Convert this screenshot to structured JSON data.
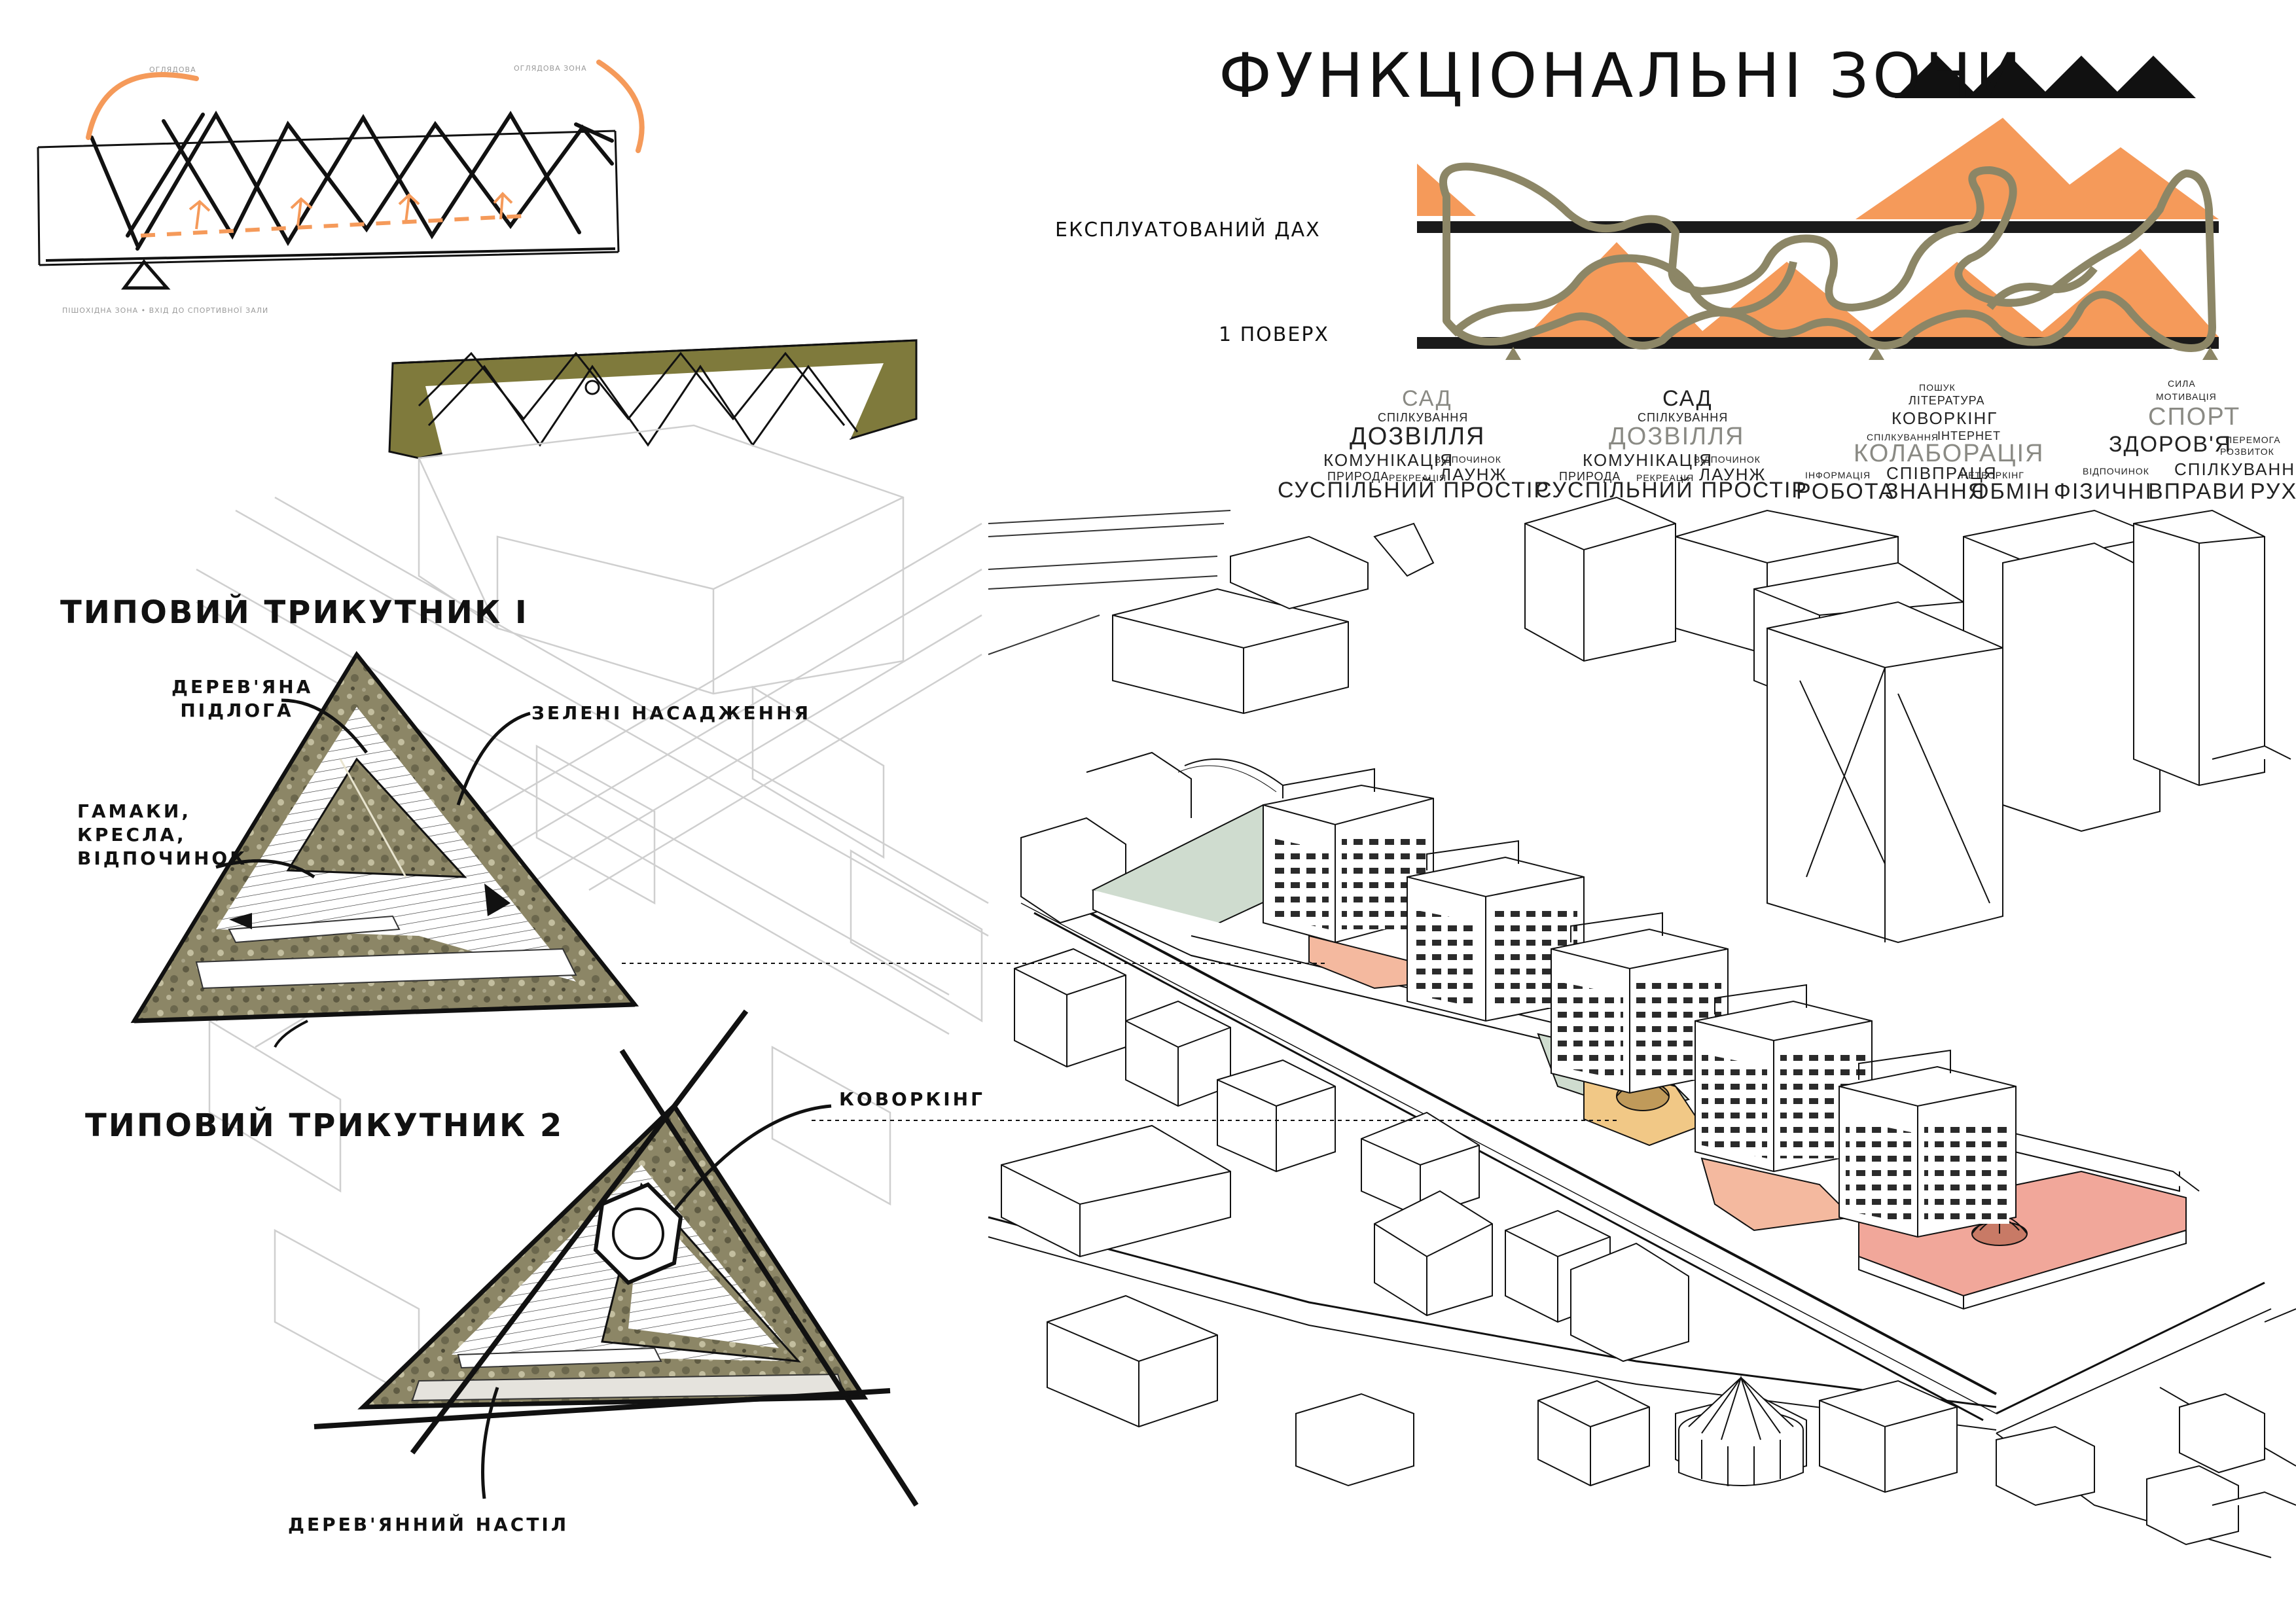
{
  "colors": {
    "orange": "#f59a5a",
    "olive": "#7f7a3c",
    "khaki": "#8c8666",
    "pink": "#f1a79a",
    "sage": "#cfdccf",
    "yellow": "#f1c886",
    "peach": "#f4b99f",
    "ink": "#111111"
  },
  "title": "ФУНКЦІОНАЛЬНІ ЗОНИ",
  "levels": {
    "roof": "ЕКСПЛУАТОВАНИЙ ДАХ",
    "floor1": "1 ПОВЕРХ"
  },
  "zones": [
    {
      "sad": "САД",
      "spilk": "СПІЛКУВАННЯ",
      "dozv": "ДОЗВІЛЛЯ",
      "komun": "КОМУНІКАЦІЯ",
      "vidp": "ВІДПОЧИНОК",
      "pryr": "ПРИРОДА",
      "rekr": "РЕКРЕАЦІЯ",
      "launzh": "ЛАУНЖ",
      "sp": "СУСПІЛЬНИЙ ПРОСТІР"
    },
    {
      "sad": "САД",
      "spilk": "СПІЛКУВАННЯ",
      "dozv": "ДОЗВІЛЛЯ",
      "komun": "КОМУНІКАЦІЯ",
      "vidp": "ВІДПОЧИНОК",
      "pryr": "ПРИРОДА",
      "rekr": "РЕКРЕАЦІЯ",
      "launzh": "ЛАУНЖ",
      "sp": "СУСПІЛЬНИЙ ПРОСТІР"
    },
    {
      "poshuk": "ПОШУК",
      "lit": "ЛІТЕРАТУРА",
      "kov": "КОВОРКІНГ",
      "spilk": "СПІЛКУВАННЯ",
      "int": "ІНТЕРНЕТ",
      "kol": "КОЛАБОРАЦІЯ",
      "inf": "ІНФОРМАЦІЯ",
      "spivp": "СПІВПРАЦЯ",
      "netw": "НЕТВОРКІНГ",
      "rob": "РОБОТА",
      "zn": "ЗНАННЯ",
      "obm": "ОБМІН"
    },
    {
      "syla": "СИЛА",
      "motyv": "МОТИВАЦІЯ",
      "sport": "СПОРТ",
      "zdor": "ЗДОРОВ'Я",
      "peremoga": "ПЕРЕМОГА",
      "rozv": "РОЗВИТОК",
      "vidp": "ВІДПОЧИНОК",
      "spilk": "СПІЛКУВАННЯ",
      "fiz": "ФІЗИЧНІ",
      "vpr": "ВПРАВИ",
      "rukh": "РУХ"
    }
  ],
  "triangles": {
    "t1_title": "ТИПОВИЙ ТРИКУТНИК І",
    "t1_wood": "ДЕРЕВ'ЯНА ПІДЛОГА",
    "t1_green": "ЗЕЛЕНІ НАСАДЖЕННЯ",
    "t1_hammocks": "ГАМАКИ, КРЕСЛА, ВІДПОЧИНОК",
    "t2_title": "ТИПОВИЙ ТРИКУТНИК 2",
    "t2_cowork": "КОВОРКІНГ",
    "t2_deck": "ДЕРЕВ'ЯННИЙ НАСТІЛ"
  },
  "sketch_notes": {
    "left": "ОГЛЯДОВА",
    "right": "ОГЛЯДОВА ЗОНА",
    "bottom": "ПІШОХІДНА ЗОНА • ВХІД ДО СПОРТИВНОЇ ЗАЛИ"
  }
}
